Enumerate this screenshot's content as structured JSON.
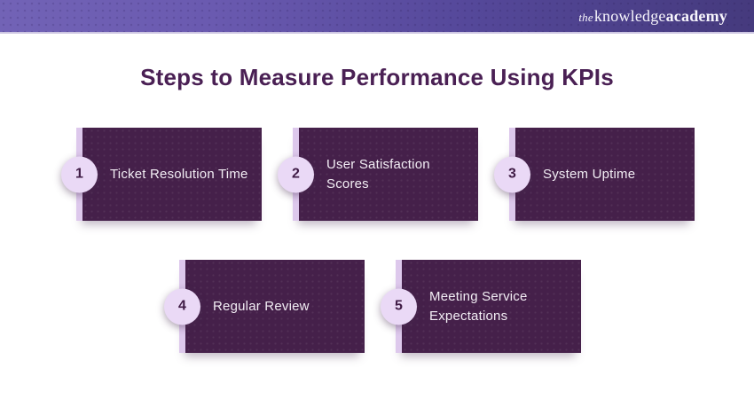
{
  "header": {
    "logo": {
      "the": "the",
      "knowledge": "knowledge",
      "academy": "academy"
    }
  },
  "title": "Steps to Measure Performance Using KPIs",
  "steps": [
    {
      "number": "1",
      "label": "Ticket Resolution Time"
    },
    {
      "number": "2",
      "label": "User Satisfaction Scores"
    },
    {
      "number": "3",
      "label": "System Uptime"
    },
    {
      "number": "4",
      "label": "Regular Review"
    },
    {
      "number": "5",
      "label": "Meeting Service Expectations"
    }
  ],
  "colors": {
    "card_background": "#45204a",
    "card_text": "#f2edf4",
    "accent_bar": "#ddc8ec",
    "circle_background": "#ead9f6",
    "circle_text": "#3f1b45",
    "title_text": "#4a2054",
    "header_gradient_left": "#6a5ab0",
    "header_gradient_right": "#453a7d",
    "logo_text": "#f7f5fc"
  }
}
